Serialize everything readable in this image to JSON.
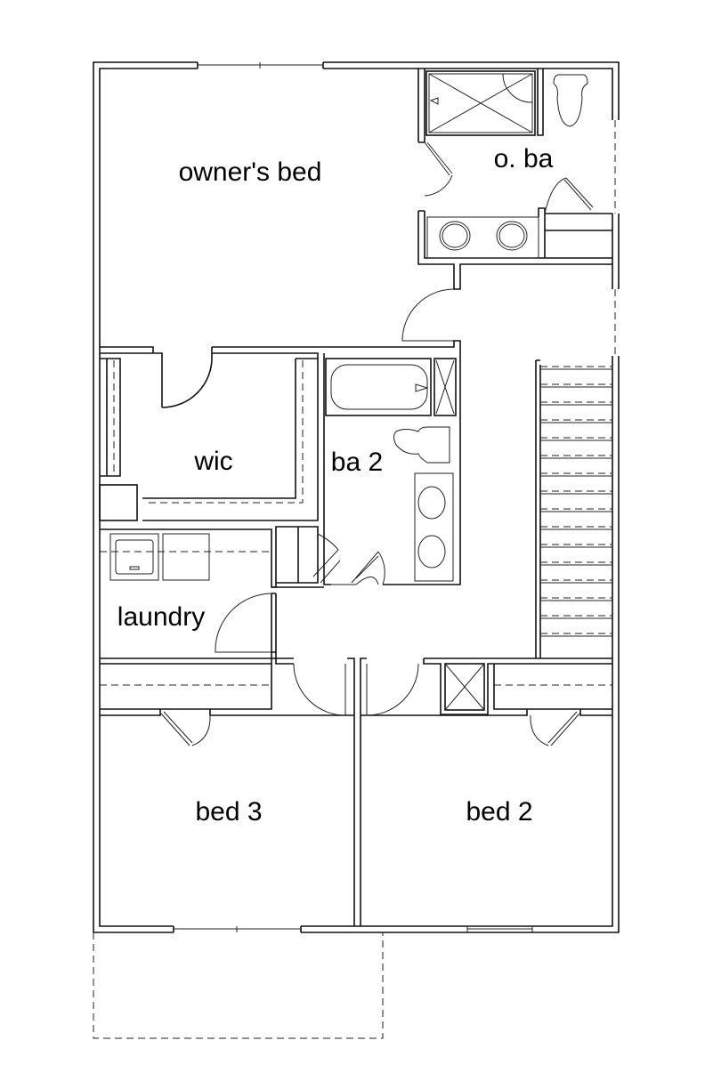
{
  "rooms": {
    "owners_bed": "owner's bed",
    "owners_bath": "o. ba",
    "wic": "wic",
    "bath2": "ba 2",
    "laundry": "laundry",
    "bed3": "bed 3",
    "bed2": "bed 2"
  },
  "colors": {
    "line": "#111111",
    "background": "#ffffff"
  }
}
